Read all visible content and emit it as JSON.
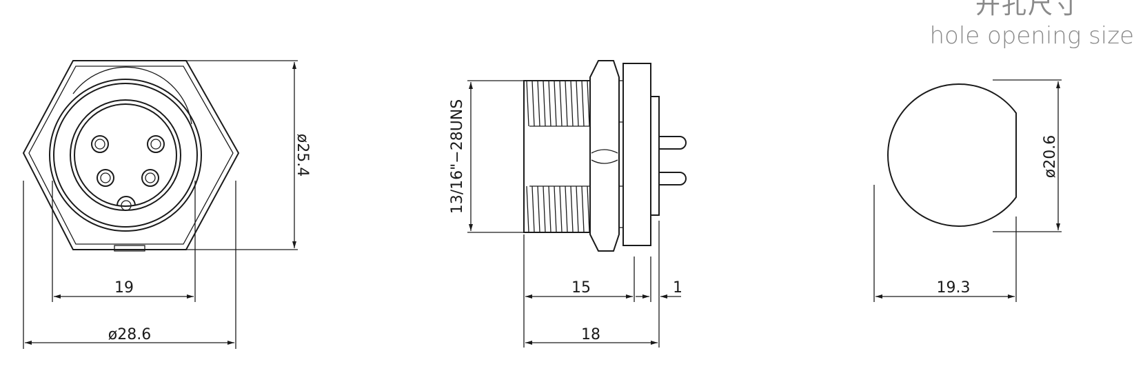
{
  "heading": {
    "cn": "开孔尺寸",
    "en": "hole opening size"
  },
  "dimensions": {
    "front_inner_width": "19",
    "front_outer_diameter": "ø28.6",
    "front_height_diameter": "ø25.4",
    "side_thread": "13/16\"−28UNS",
    "side_body_length": "15",
    "side_total_length": "18",
    "side_plate_thickness": "1",
    "hole_width": "19.3",
    "hole_diameter": "ø20.6"
  }
}
